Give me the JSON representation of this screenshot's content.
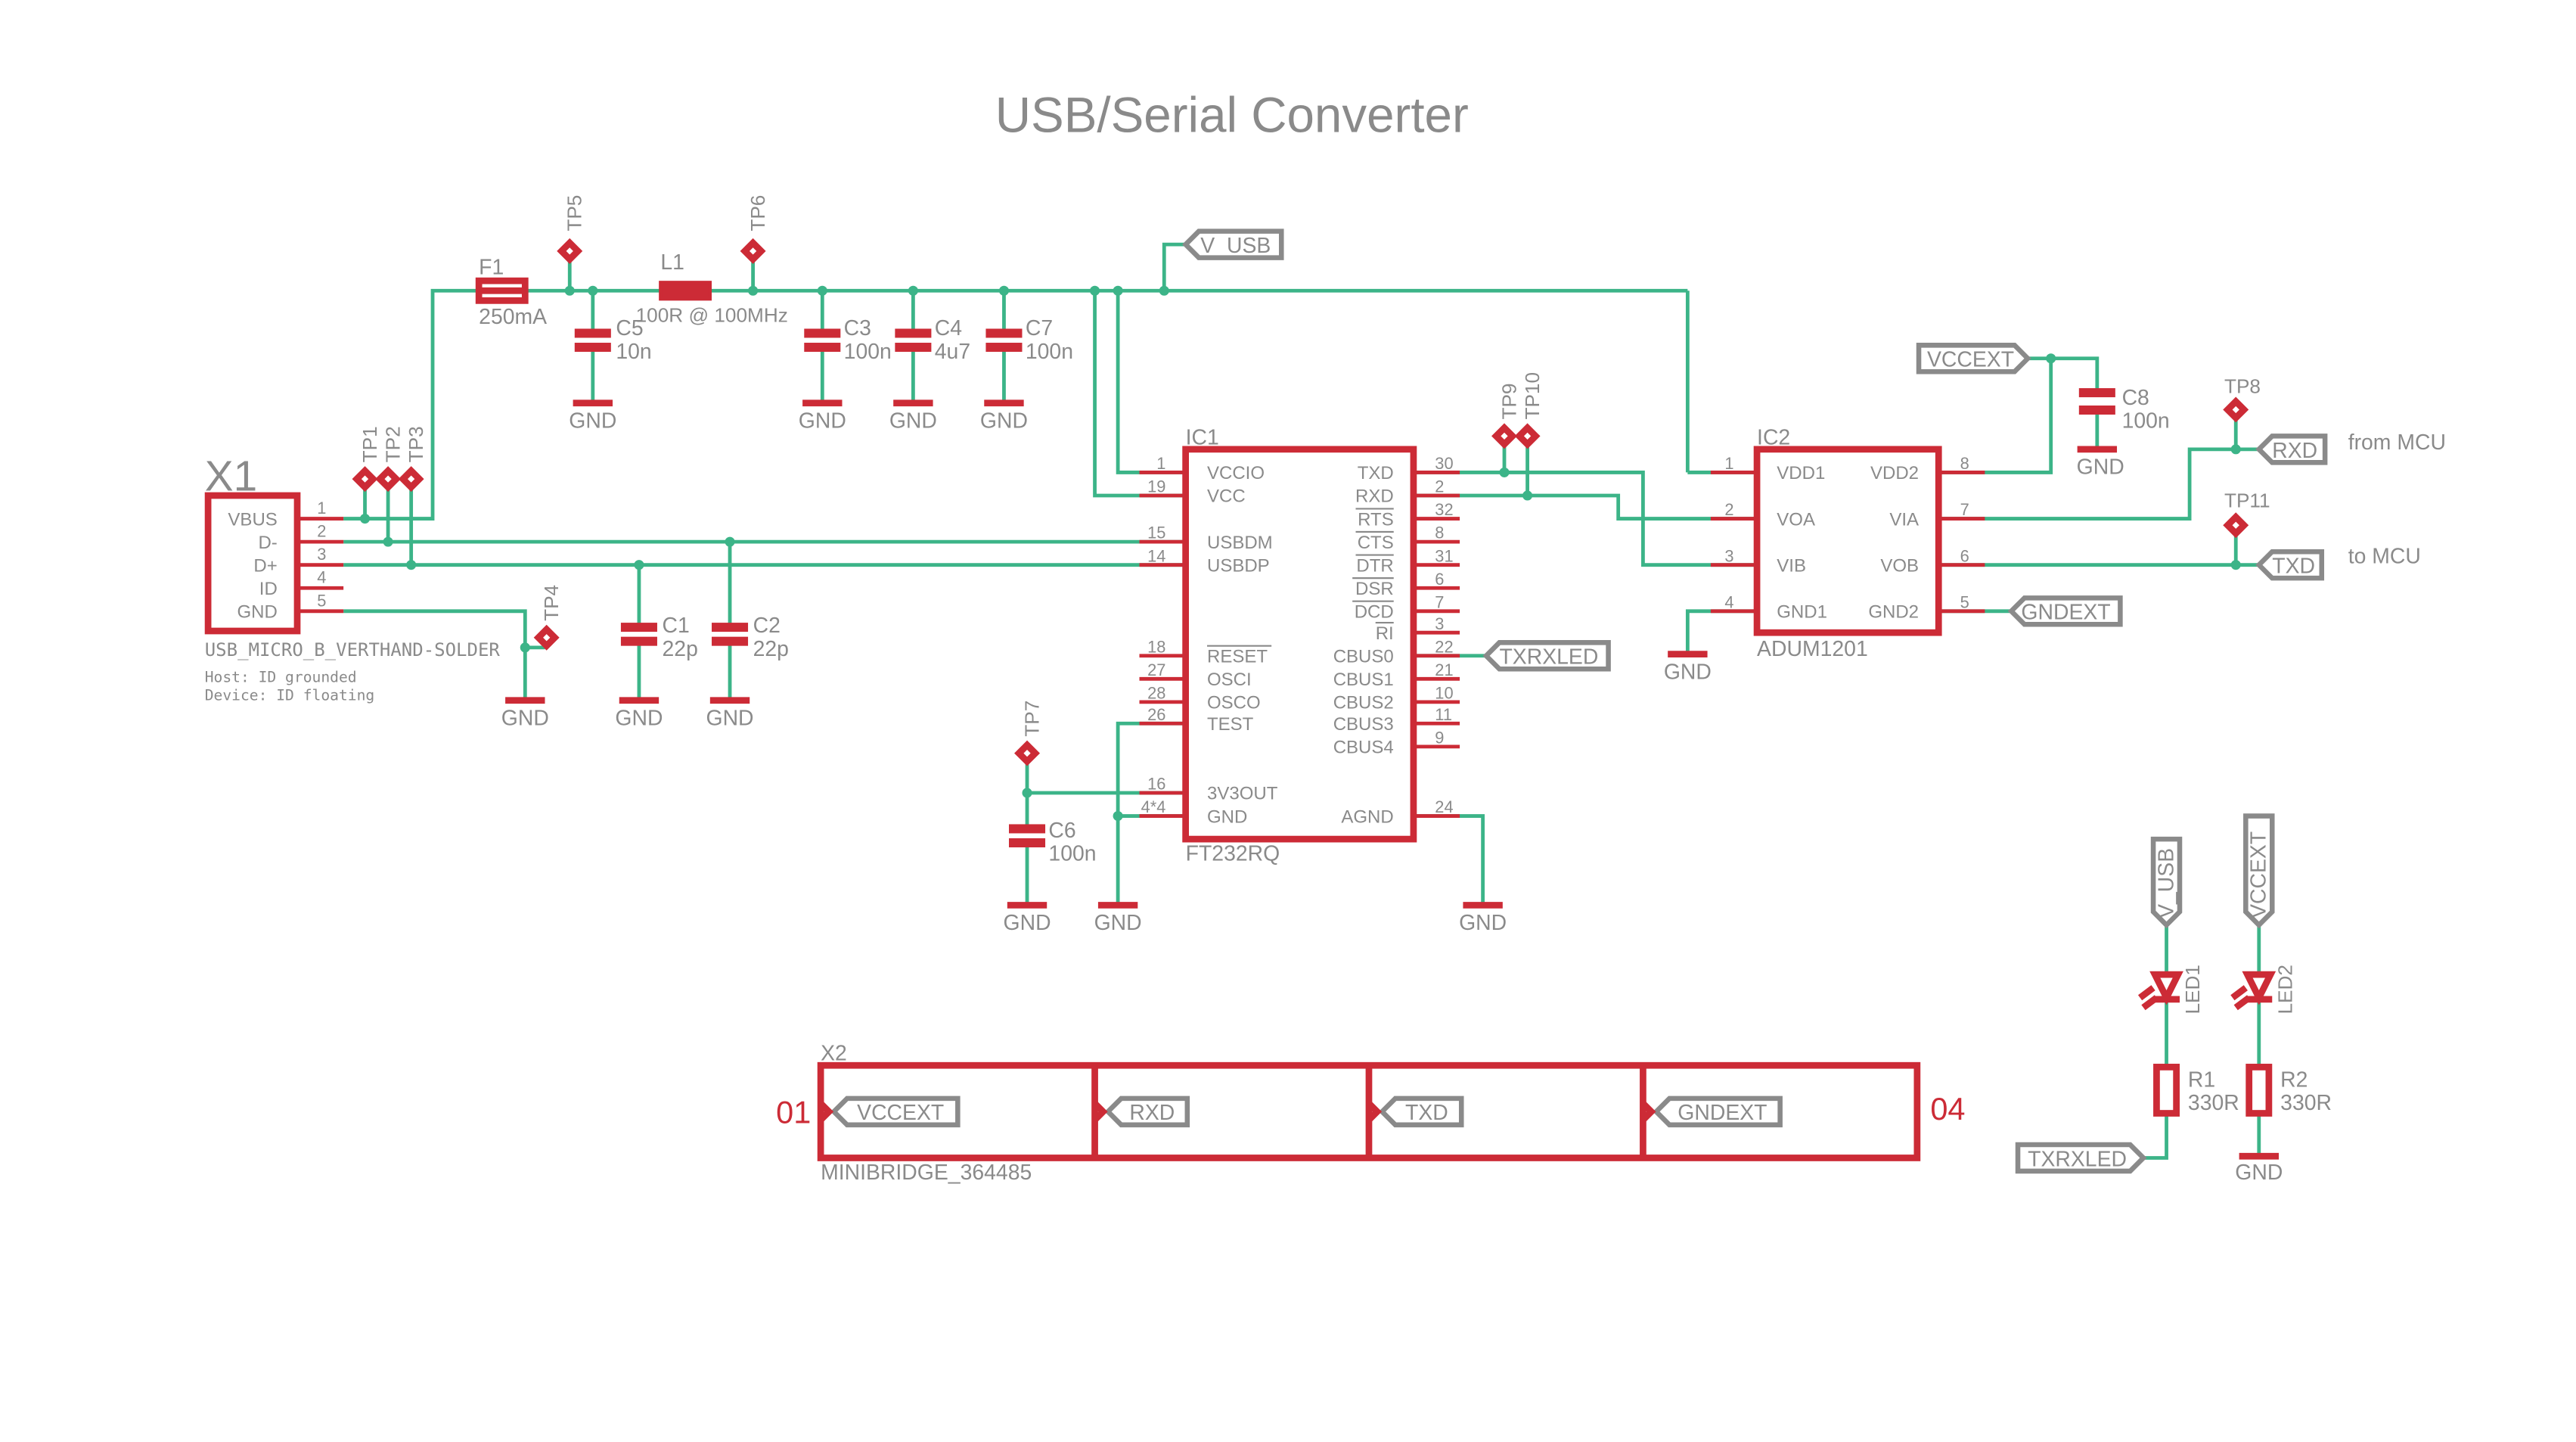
{
  "title": "USB/Serial Converter",
  "colors": {
    "wire": "#3cb488",
    "part": "#cc2b36",
    "text": "#8a8a8a"
  },
  "x1": {
    "ref": "X1",
    "part": "USB_MICRO_B_VERTHAND-SOLDER",
    "note1": "Host: ID grounded",
    "note2": "Device: ID floating",
    "pins": [
      {
        "name": "VBUS",
        "num": "1"
      },
      {
        "name": "D-",
        "num": "2"
      },
      {
        "name": "D+",
        "num": "3"
      },
      {
        "name": "ID",
        "num": "4"
      },
      {
        "name": "GND",
        "num": "5"
      }
    ]
  },
  "testpoints": [
    "TP1",
    "TP2",
    "TP3",
    "TP4",
    "TP5",
    "TP6",
    "TP7",
    "TP8",
    "TP9",
    "TP10",
    "TP11"
  ],
  "f1": {
    "ref": "F1",
    "value": "250mA"
  },
  "l1": {
    "ref": "L1",
    "value": "100R @ 100MHz"
  },
  "c1": {
    "ref": "C1",
    "value": "22p"
  },
  "c2": {
    "ref": "C2",
    "value": "22p"
  },
  "c3": {
    "ref": "C3",
    "value": "100n"
  },
  "c4": {
    "ref": "C4",
    "value": "4u7"
  },
  "c5": {
    "ref": "C5",
    "value": "10n"
  },
  "c6": {
    "ref": "C6",
    "value": "100n"
  },
  "c7": {
    "ref": "C7",
    "value": "100n"
  },
  "c8": {
    "ref": "C8",
    "value": "100n"
  },
  "gnd": "GND",
  "ic1": {
    "ref": "IC1",
    "part": "FT232RQ",
    "left": [
      {
        "num": "1",
        "name": "VCCIO"
      },
      {
        "num": "19",
        "name": "VCC"
      },
      {
        "num": "15",
        "name": "USBDM"
      },
      {
        "num": "14",
        "name": "USBDP"
      },
      {
        "num": "18",
        "name": "RESET"
      },
      {
        "num": "27",
        "name": "OSCI"
      },
      {
        "num": "28",
        "name": "OSCO"
      },
      {
        "num": "26",
        "name": "TEST"
      },
      {
        "num": "16",
        "name": "3V3OUT"
      },
      {
        "num": "4*4",
        "name": "GND"
      }
    ],
    "right": [
      {
        "num": "30",
        "name": "TXD"
      },
      {
        "num": "2",
        "name": "RXD"
      },
      {
        "num": "32",
        "name": "RTS"
      },
      {
        "num": "8",
        "name": "CTS"
      },
      {
        "num": "31",
        "name": "DTR"
      },
      {
        "num": "6",
        "name": "DSR"
      },
      {
        "num": "7",
        "name": "DCD"
      },
      {
        "num": "3",
        "name": "RI"
      },
      {
        "num": "22",
        "name": "CBUS0"
      },
      {
        "num": "21",
        "name": "CBUS1"
      },
      {
        "num": "10",
        "name": "CBUS2"
      },
      {
        "num": "11",
        "name": "CBUS3"
      },
      {
        "num": "9",
        "name": "CBUS4"
      },
      {
        "num": "24",
        "name": "AGND"
      }
    ]
  },
  "ic2": {
    "ref": "IC2",
    "part": "ADUM1201",
    "left": [
      {
        "num": "1",
        "name": "VDD1"
      },
      {
        "num": "2",
        "name": "VOA"
      },
      {
        "num": "3",
        "name": "VIB"
      },
      {
        "num": "4",
        "name": "GND1"
      }
    ],
    "right": [
      {
        "num": "8",
        "name": "VDD2"
      },
      {
        "num": "7",
        "name": "VIA"
      },
      {
        "num": "6",
        "name": "VOB"
      },
      {
        "num": "5",
        "name": "GND2"
      }
    ]
  },
  "nets": {
    "v_usb": "V_USB",
    "vccext": "VCCEXT",
    "rxd": "RXD",
    "txd": "TXD",
    "gndext": "GNDEXT",
    "txrxled": "TXRXLED"
  },
  "notes": {
    "from_mcu": "from MCU",
    "to_mcu": "to MCU"
  },
  "x2": {
    "ref": "X2",
    "part": "MINIBRIDGE_364485",
    "first": "01",
    "last": "04"
  },
  "led1": {
    "ref": "LED1"
  },
  "led2": {
    "ref": "LED2"
  },
  "r1": {
    "ref": "R1",
    "value": "330R"
  },
  "r2": {
    "ref": "R2",
    "value": "330R"
  }
}
